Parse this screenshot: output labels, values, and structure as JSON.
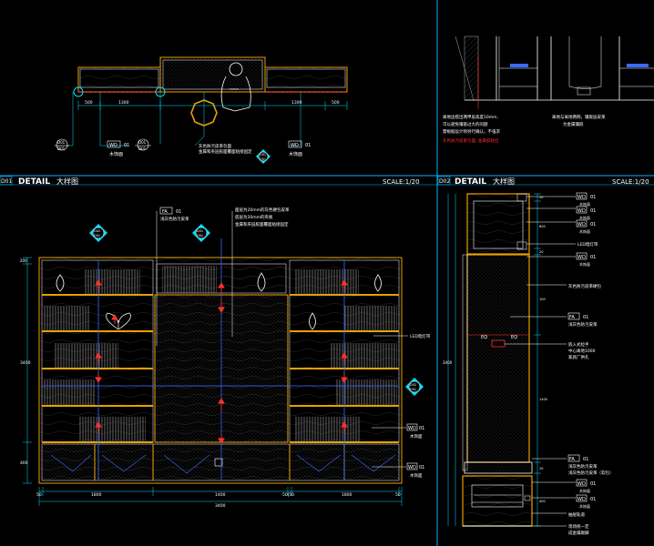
{
  "panel_left": {
    "code": "D01",
    "title_en": "DETAIL",
    "title_cn": "大样图",
    "scale": "SCALE:1/20"
  },
  "panel_right": {
    "code": "D02",
    "title_en": "DETAIL",
    "title_cn": "大样图",
    "scale": "SCALE:1/20"
  },
  "top_left": {
    "dims": [
      "500",
      "1300",
      "1300",
      "500"
    ],
    "left_tag": {
      "num": "D01",
      "sheet": "D01"
    },
    "right_tag": {
      "num": "D01",
      "sheet": "D01"
    },
    "mat_left": {
      "code": "WD",
      "num": "01",
      "name": "木饰面"
    },
    "mat_right": {
      "code": "WD",
      "num": "01",
      "name": "木饰面"
    },
    "center_tag": {
      "num": "D01",
      "sheet": "D01"
    },
    "note": [
      "灰色防污皮革包面",
      "金属和夹层胶面覆面粘接固定"
    ]
  },
  "top_right": {
    "note_left": [
      "离地边搭出两甲层高度10mm,",
      "可以避免镶嵌过大的问题",
      "需根据设计师另行确认，不强求"
    ],
    "note_left_red": "灰色防污皮革包面, 金属胶粘位",
    "note_right": [
      "离地与离地两侧，镶嵌层皮革",
      "为金属镶嵌"
    ]
  },
  "elev_left": {
    "callout_fa": {
      "code": "FA",
      "num": "01",
      "name": "浅灰色防污皮革"
    },
    "note_top": [
      "面层为20mm的灰色硬包皮革",
      "底层为20mm的夹板",
      "金属和夹层胶面覆面粘接固定"
    ],
    "tag_left": {
      "num": "D02",
      "sheet": "D01"
    },
    "tag_mid": {
      "num": "D01",
      "sheet": "D01"
    },
    "tag_right": {
      "num": "D02",
      "sheet": "D01"
    },
    "led_note": "LED暗灯带",
    "wd_callouts": [
      {
        "code": "WD",
        "num": "01",
        "name": "木饰面"
      },
      {
        "code": "WD",
        "num": "01",
        "name": "木饰面"
      }
    ],
    "dims_bottom": [
      "50",
      "1800",
      "1400",
      "50|50",
      "1800",
      "50"
    ],
    "total": "3400",
    "dims_left": [
      "200",
      "3400",
      "400"
    ]
  },
  "elev_right": {
    "callouts_top": [
      {
        "code": "WD",
        "num": "01",
        "name": "木饰面"
      },
      {
        "code": "WD",
        "num": "01",
        "name": "木饰面"
      },
      {
        "code": "WD",
        "num": "01",
        "name": "木饰面"
      }
    ],
    "led_note": "LED暗灯带",
    "wd_mid": {
      "code": "WD",
      "num": "01",
      "name": "木饰面"
    },
    "leather_note": "灰色防污皮革硬包",
    "fa_mid": {
      "code": "FA",
      "num": "01",
      "name": "浅灰色防污皮革"
    },
    "eq_labels": [
      "EQ",
      "EQ"
    ],
    "handle_note": [
      "嵌入式拉手",
      "中心离地1000",
      "家具厂供孔"
    ],
    "fa_bottom": {
      "code": "FA",
      "num": "01",
      "name": "浅灰色防污皮革"
    },
    "fa_bottom_note": "浅灰色防污皮革（软包）",
    "wd_bottom": [
      {
        "code": "WD",
        "num": "01",
        "name": "木饰面"
      },
      {
        "code": "WD",
        "num": "01",
        "name": "木饰面"
      }
    ],
    "rail_note": "抽屉轨道",
    "base_note": [
      "现场统一定",
      "成金属踢脚"
    ],
    "dims_v": [
      "20",
      "600",
      "20",
      "100",
      "1400",
      "20",
      "400",
      "3400"
    ]
  }
}
